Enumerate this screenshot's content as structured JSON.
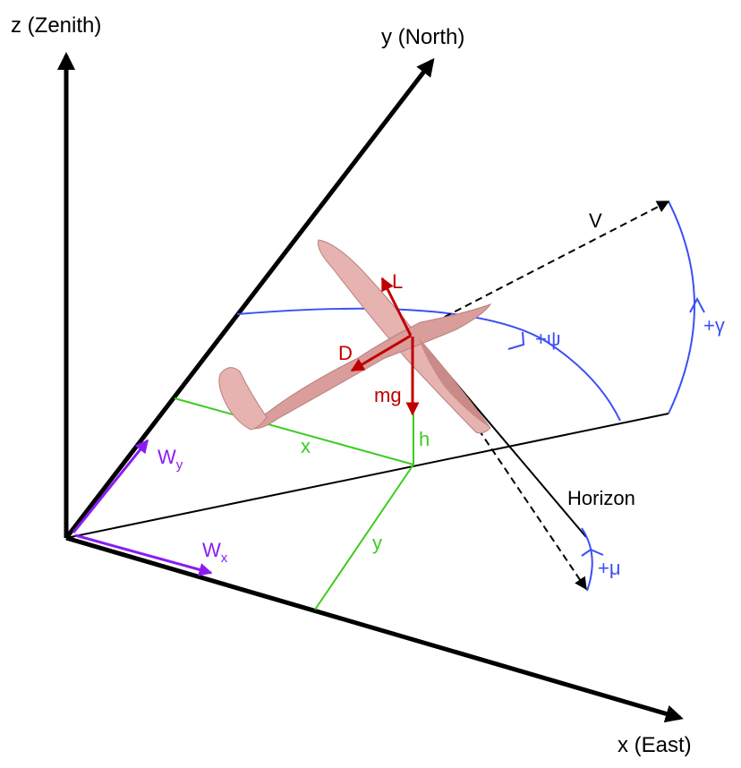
{
  "axes": {
    "z_label": "z (Zenith)",
    "y_label": "y (North)",
    "x_label": "x (East)"
  },
  "velocity": {
    "label": "V"
  },
  "angles": {
    "psi": "+ψ",
    "gamma": "+γ",
    "mu": "+μ"
  },
  "forces": {
    "lift": "L",
    "drag": "D",
    "weight": "mg"
  },
  "position": {
    "x": "x",
    "y": "y",
    "h": "h"
  },
  "horizon": {
    "label": "Horizon"
  },
  "wind": {
    "wx_main": "W",
    "wx_sub": "x",
    "wy_main": "W",
    "wy_sub": "y"
  },
  "colors": {
    "axis": "#000000",
    "angle_arc": "#3b4ff5",
    "force": "#c00000",
    "position": "#3ccc1f",
    "wind": "#8a1cf2",
    "aircraft_fill": "#e6b3b1",
    "aircraft_shade": "#b97f7d"
  }
}
